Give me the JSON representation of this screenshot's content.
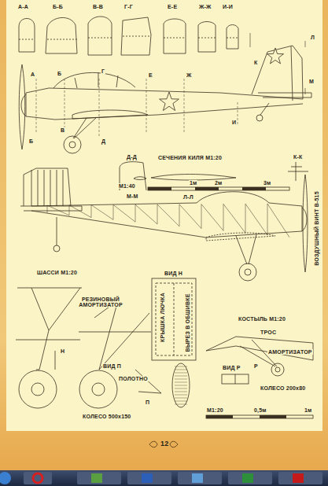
{
  "diagram": {
    "labels": [
      "А-А",
      "Б-Б",
      "В-В",
      "Г-Г",
      "Е-Е",
      "Ж-Ж",
      "И-И",
      "К",
      "Л",
      "А",
      "Б",
      "Г",
      "Е",
      "Ж",
      "И",
      "М",
      "В",
      "Д",
      "Б",
      "Д-Д",
      "СЕЧЕНИЯ КИЛЯ М1:20",
      "К-К",
      "М-М",
      "Л-Л",
      "М1:40",
      "1м",
      "2м",
      "3м",
      "ВОЗДУШНЫЙ ВИНТ В-515",
      "ШАССИ М1:20",
      "РЕЗИНОВЫЙ АМОРТИЗАТОР",
      "ВИД Н",
      "КРЫШКА ЛЮЧКА",
      "ВЫРЕЗ В ОБШИВКЕ",
      "КОСТЫЛЬ М1:20",
      "Н",
      "ВИД П",
      "ТРОС",
      "АМОРТИЗАТОР",
      "ПОЛОТНО",
      "ВИД Р",
      "Р",
      "П",
      "КОЛЕСО 200х80",
      "КОЛЕСО 500х150",
      "М1:20",
      "0,5м",
      "1м",
      "12"
    ]
  }
}
